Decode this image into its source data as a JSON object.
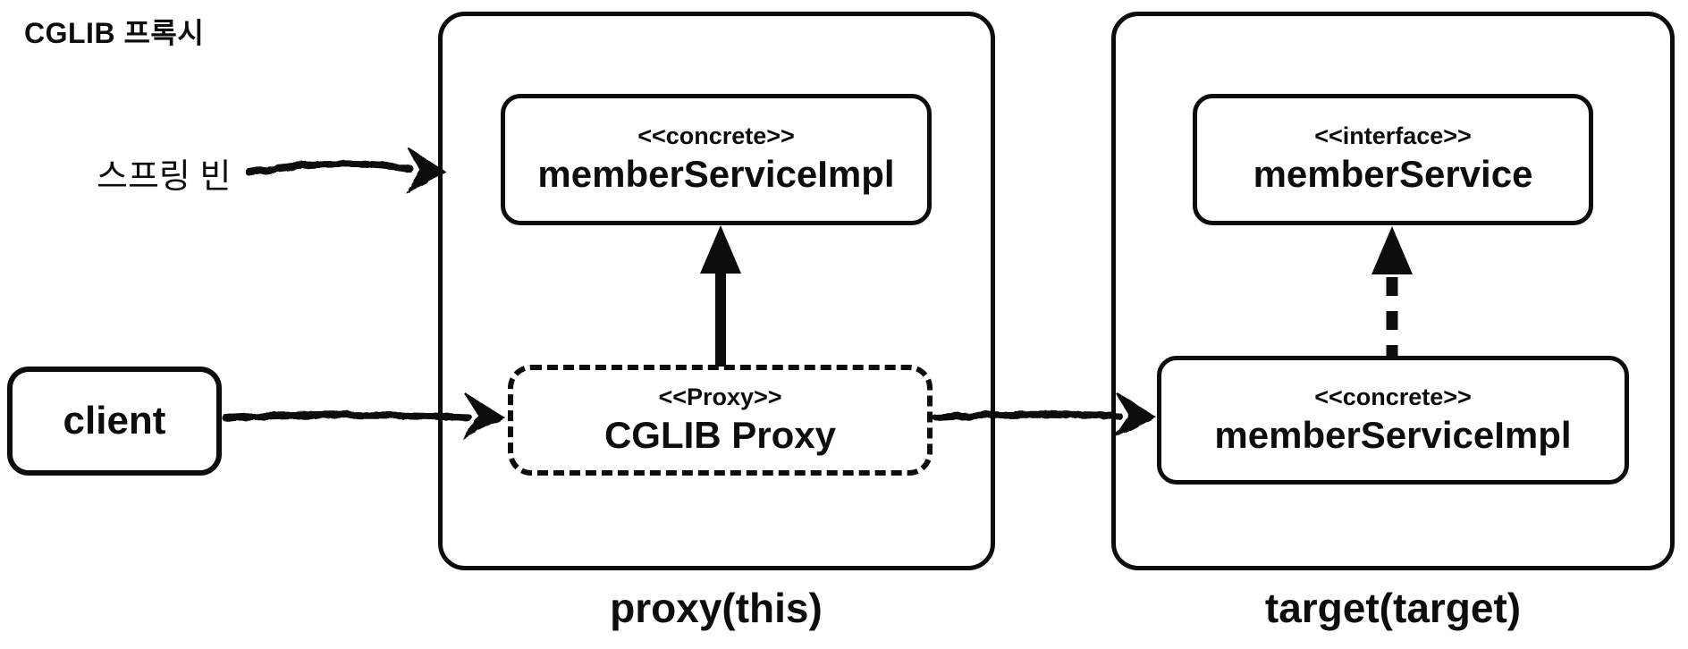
{
  "title": "CGLIB 프록시",
  "annotations": {
    "spring_bean_label": "스프링 빈"
  },
  "nodes": {
    "client": {
      "name": "client"
    },
    "proxy_concrete": {
      "stereotype": "<<concrete>>",
      "name": "memberServiceImpl"
    },
    "cglib_proxy": {
      "stereotype": "<<Proxy>>",
      "name": "CGLIB Proxy"
    },
    "target_interface": {
      "stereotype": "<<interface>>",
      "name": "memberService"
    },
    "target_concrete": {
      "stereotype": "<<concrete>>",
      "name": "memberServiceImpl"
    }
  },
  "groups": {
    "proxy_group": {
      "label": "proxy(this)"
    },
    "target_group": {
      "label": "target(target)"
    }
  },
  "edges": [
    {
      "from": "spring_bean_label",
      "to": "proxy_group",
      "style": "sketchy-arrow"
    },
    {
      "from": "client",
      "to": "cglib_proxy",
      "style": "sketchy-arrow"
    },
    {
      "from": "cglib_proxy",
      "to": "proxy_concrete",
      "style": "solid-extends-arrow"
    },
    {
      "from": "cglib_proxy",
      "to": "target_concrete",
      "style": "sketchy-arrow"
    },
    {
      "from": "target_concrete",
      "to": "target_interface",
      "style": "dashed-implements-arrow"
    }
  ],
  "colors": {
    "ink": "#0d0d0d",
    "background": "#ffffff"
  }
}
